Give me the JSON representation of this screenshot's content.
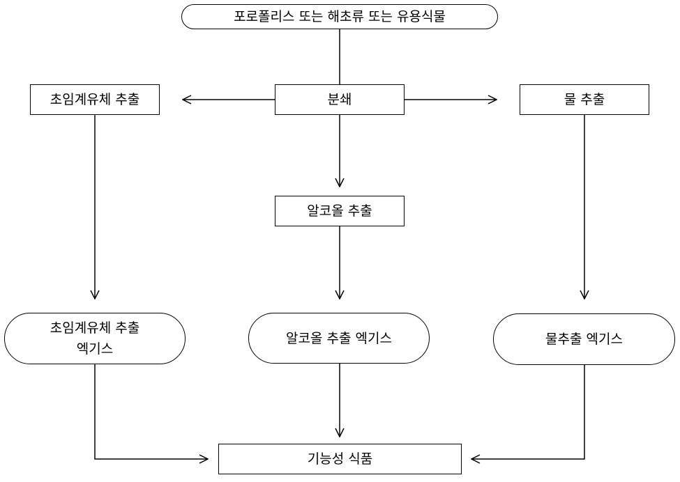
{
  "nodes": {
    "source": "포로폴리스 또는 해초류 또는 유용식물",
    "crush": "분쇄",
    "supercritical_extraction": "초임계유체 추출",
    "water_extraction": "물 추출",
    "alcohol_extraction": "알코올 추출",
    "supercritical_extract_line1": "초임계유체 추출",
    "supercritical_extract_line2": "엑기스",
    "alcohol_extract": "알코올 추출 엑기스",
    "water_extract": "물추출 엑기스",
    "functional_food": "기능성 식품"
  }
}
